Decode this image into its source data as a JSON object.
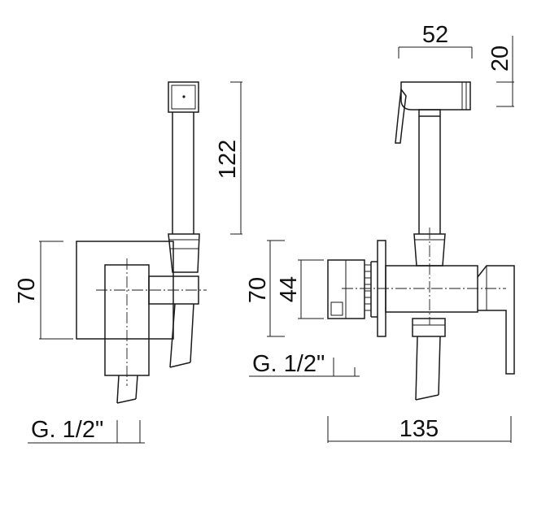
{
  "drawing": {
    "line_color": "#1a1a1a",
    "background": "#ffffff"
  },
  "dimensions": {
    "side_body_height": "70",
    "side_arm_height": "122",
    "side_thread": "G. 1/2\"",
    "front_top_width": "52",
    "front_head_height": "20",
    "front_body_height": "70",
    "front_inner_height": "44",
    "front_thread": "G. 1/2\"",
    "front_total_width": "135"
  }
}
